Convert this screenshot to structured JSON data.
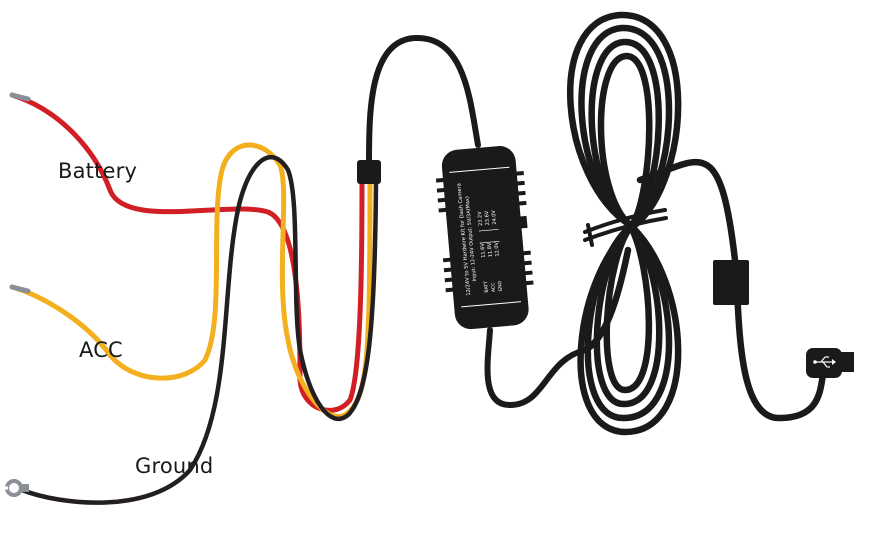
{
  "labels": {
    "battery": "Battery",
    "acc": "ACC",
    "ground": "Ground"
  },
  "converter_box": {
    "title": "12/24V to 5V Hardwire Kit for Dash Camera",
    "spec": "Input: 12-24V Output: 5V/3A(Max)",
    "wire_keys": [
      "BATT",
      "ACC",
      "GND"
    ],
    "cutoff_12v": [
      "11.6V",
      "11.8V",
      "12.0V"
    ],
    "cutoff_24v": [
      "23.2V",
      "23.6V",
      "24.0V"
    ]
  },
  "colors": {
    "battery_wire": "#d21f26",
    "acc_wire": "#f2b01e",
    "ground_wire": "#231f20",
    "cable": "#1a1a1a"
  },
  "icons": {
    "plug": "usb-icon",
    "terminal": "ring-terminal-icon"
  }
}
